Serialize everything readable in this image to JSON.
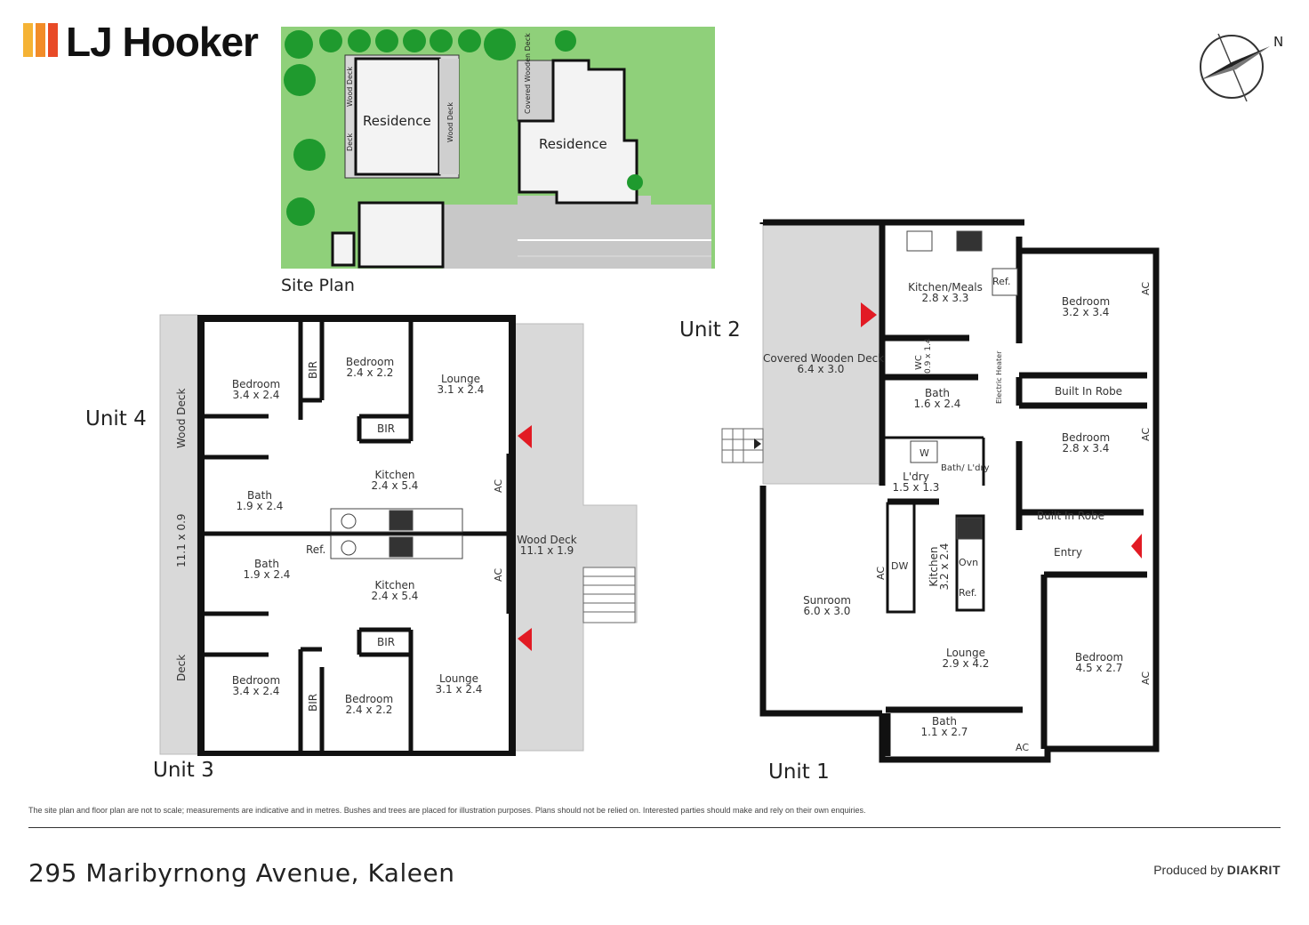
{
  "brand": {
    "name": "LJ Hooker",
    "stripes": [
      "#f5b335",
      "#f28c28",
      "#e84a27"
    ]
  },
  "compass": {
    "label": "N"
  },
  "site_plan": {
    "caption": "Site Plan",
    "residence_1": "Residence",
    "residence_2": "Residence",
    "wood_deck_1": "Wood Deck",
    "wood_deck_2": "Wood Deck",
    "deck": "Deck",
    "covered_deck": "Covered Wooden Deck",
    "grass_color": "#8fd07a"
  },
  "units": {
    "unit4": "Unit 4",
    "unit3": "Unit 3",
    "unit2": "Unit 2",
    "unit1": "Unit 1"
  },
  "left_plan": {
    "wood_deck_side": "Wood Deck",
    "deck_side": "Deck",
    "deck_dim": "11.1 x 0.9",
    "rooms": [
      {
        "name": "Bedroom",
        "dim": "3.4 x 2.4"
      },
      {
        "name": "Bedroom",
        "dim": "2.4 x 2.2"
      },
      {
        "name": "Lounge",
        "dim": "3.1 x 2.4"
      },
      {
        "name": "Kitchen",
        "dim": "2.4 x 5.4"
      },
      {
        "name": "Bath",
        "dim": "1.9 x 2.4"
      },
      {
        "name": "Bath",
        "dim": "1.9 x 2.4"
      },
      {
        "name": "Kitchen",
        "dim": "2.4 x 5.4"
      },
      {
        "name": "Bedroom",
        "dim": "3.4 x 2.4"
      },
      {
        "name": "Bedroom",
        "dim": "2.4 x 2.2"
      },
      {
        "name": "Lounge",
        "dim": "3.1 x 2.4"
      },
      {
        "name": "Wood Deck",
        "dim": "11.1 x 1.9"
      }
    ],
    "bir": "BIR",
    "ac": "AC",
    "ref": "Ref."
  },
  "right_plan": {
    "rooms": [
      {
        "name": "Covered Wooden Deck",
        "dim": "6.4 x 3.0"
      },
      {
        "name": "Kitchen/Meals",
        "dim": "2.8 x 3.3"
      },
      {
        "name": "Bedroom",
        "dim": "3.2 x 3.4"
      },
      {
        "name": "WC",
        "dim": "0.9 x 1.4"
      },
      {
        "name": "Bath",
        "dim": "1.6 x 2.4"
      },
      {
        "name": "Bedroom",
        "dim": "2.8 x 3.4"
      },
      {
        "name": "L'dry",
        "dim": "1.5 x 1.3"
      },
      {
        "name": "Bath/ L'dry",
        "dim": ""
      },
      {
        "name": "Sunroom",
        "dim": "6.0 x 3.0"
      },
      {
        "name": "Kitchen",
        "dim": "3.2 x 2.4"
      },
      {
        "name": "Lounge",
        "dim": "2.9 x 4.2"
      },
      {
        "name": "Bedroom",
        "dim": "4.5 x 2.7"
      },
      {
        "name": "Bath",
        "dim": "1.1 x 2.7"
      }
    ],
    "built_in_robe": "Built In Robe",
    "entry": "Entry",
    "electric_heater": "Electric Heater",
    "ref": "Ref.",
    "ovn": "Ovn",
    "dw": "DW",
    "w": "W",
    "ac": "AC"
  },
  "footer": {
    "disclaimer": "The site plan and floor plan are not to scale; measurements are indicative and in metres. Bushes and trees are placed for illustration purposes. Plans should not be relied on. Interested parties should make and rely on their own enquiries.",
    "address": "295 Maribyrnong Avenue, Kaleen",
    "produced_by": "Produced by",
    "producer": "DIAKRIT"
  }
}
